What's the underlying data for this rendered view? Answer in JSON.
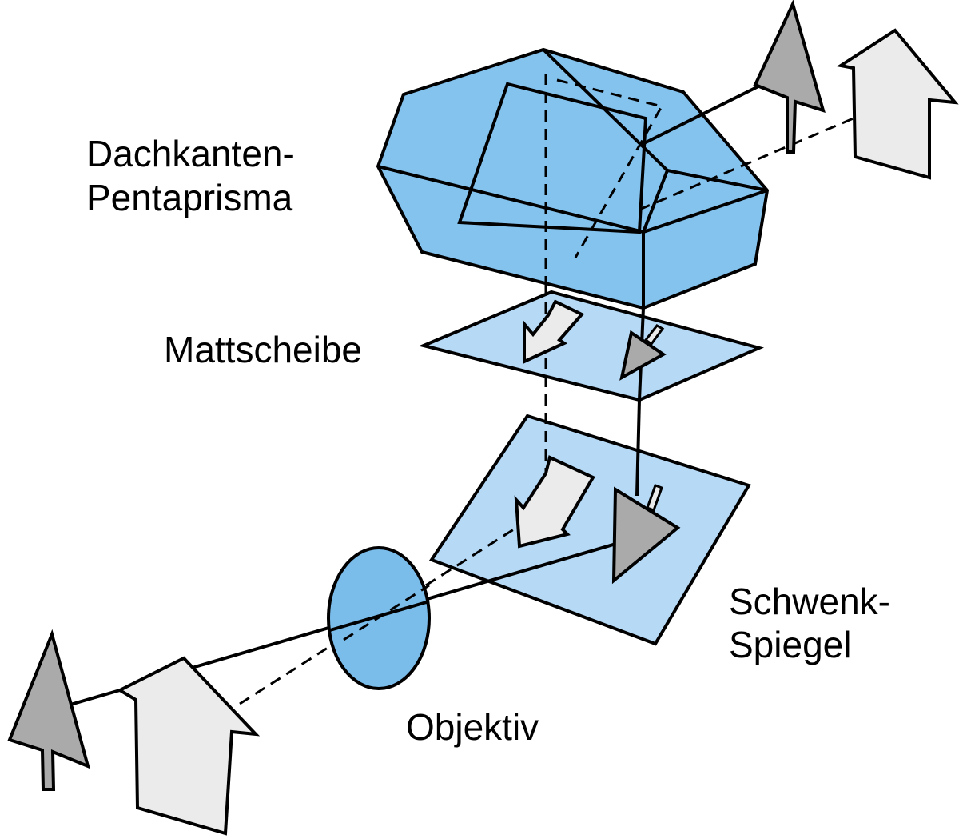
{
  "labels": {
    "prism_line1": "Dachkanten-",
    "prism_line2": "Pentaprisma",
    "focusing_screen": "Mattscheibe",
    "mirror_line1": "Schwenk-",
    "mirror_line2": "Spiegel",
    "lens": "Objektiv"
  },
  "colors": {
    "prism_fill": "#85C3EF",
    "screen_fill": "#B6D9F5",
    "mirror_fill": "#B6D9F5",
    "lens_fill": "#7ABCEA",
    "tree_fill": "#AAAAAA",
    "arrow_fill": "#EBEBEB",
    "stroke": "#000000"
  }
}
